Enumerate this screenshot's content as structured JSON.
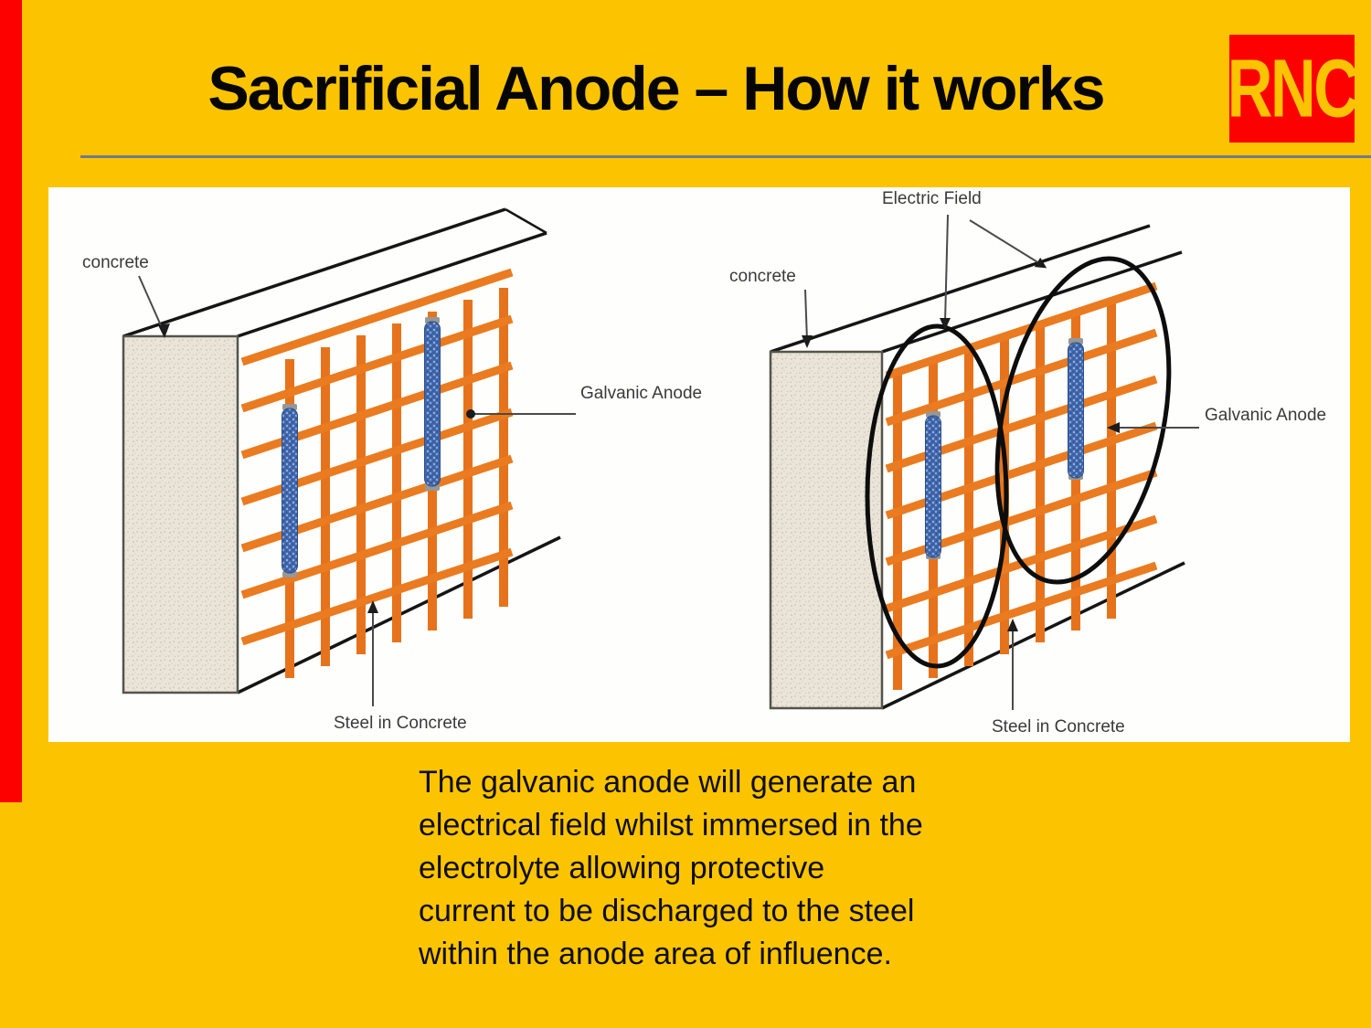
{
  "slide": {
    "title": "Sacrificial Anode – How it works",
    "logo": {
      "text": "RNC"
    },
    "body_lines": [
      "The galvanic anode will generate an",
      "electrical field whilst immersed in the",
      "electrolyte allowing protective",
      "current to be discharged to the steel",
      "within the anode area of influence."
    ],
    "colors": {
      "background": "#FCC400",
      "accent_red": "#FD0000",
      "panel_white": "#FEFEFD",
      "rebar_orange": "#E8761F",
      "anode_blue": "#4268AC",
      "concrete_beige": "#EAE5D8",
      "divider_gray": "#6F7B89",
      "title_black": "#060606"
    }
  },
  "left_diagram": {
    "labels": {
      "concrete": "concrete",
      "galvanic_anode": "Galvanic Anode",
      "steel": "Steel in Concrete"
    }
  },
  "right_diagram": {
    "labels": {
      "electric_field": "Electric Field",
      "concrete": "concrete",
      "galvanic_anode": "Galvanic Anode",
      "steel": "Steel in Concrete"
    }
  }
}
